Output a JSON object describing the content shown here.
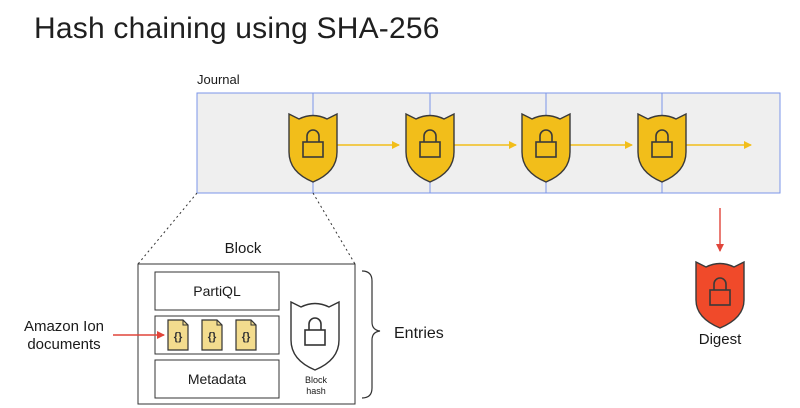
{
  "title": "Hash chaining using SHA-256",
  "journal": {
    "label": "Journal",
    "block_count": 4
  },
  "block": {
    "label": "Block",
    "partiql": "PartiQL",
    "metadata": "Metadata",
    "hash_label_line1": "Block",
    "hash_label_line2": "hash",
    "documents_icon": "ion-document-icon",
    "document_count": 3
  },
  "entries_label": "Entries",
  "ion_label_line1": "Amazon Ion",
  "ion_label_line2": "documents",
  "digest_label": "Digest",
  "colors": {
    "journal_fill": "#efefef",
    "journal_border": "#7b96e8",
    "shield_fill": "#f2be1a",
    "shield_stroke": "#3a3a3a",
    "chain_arrow": "#f2be1a",
    "digest_fill": "#f04a2a",
    "red_arrow": "#e0453a",
    "doc_fill": "#f3dc8e"
  }
}
